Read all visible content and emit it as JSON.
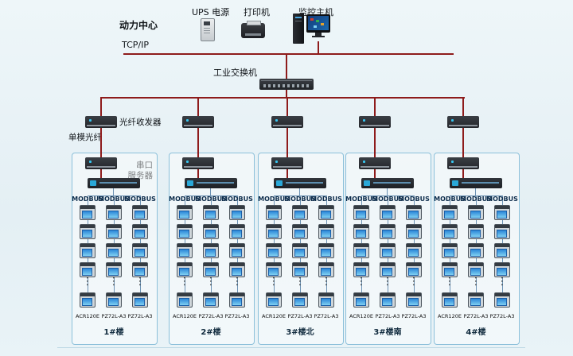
{
  "header": {
    "power_center": "动力中心",
    "ups_label": "UPS 电源",
    "printer_label": "打印机",
    "host_label": "监控主机",
    "tcpip_label": "TCP/IP",
    "switch_label": "工业交换机",
    "transceiver_label": "光纤收发器",
    "fiber_label": "单模光纤",
    "serial_line1": "串口",
    "serial_line2": "服务器"
  },
  "misc": {
    "ellipsis": "⋮"
  },
  "colors": {
    "topology_line": "#8e1b1b",
    "bus_line": "#6b91b3",
    "box_border": "#8cc0da"
  },
  "groups": [
    {
      "building": "1#楼",
      "columns": [
        {
          "protocol": "MODBUS",
          "model": "ACR120E"
        },
        {
          "protocol": "MODBUS",
          "model": "PZ72L-A3"
        },
        {
          "protocol": "MODBUS",
          "model": "PZ72L-A3"
        }
      ]
    },
    {
      "building": "2#楼",
      "columns": [
        {
          "protocol": "MODBUS",
          "model": "ACR120E"
        },
        {
          "protocol": "MODBUS",
          "model": "PZ72L-A3"
        },
        {
          "protocol": "MODBUS",
          "model": "PZ72L-A3"
        }
      ]
    },
    {
      "building": "3#楼北",
      "columns": [
        {
          "protocol": "MODBUS",
          "model": "ACR120E"
        },
        {
          "protocol": "MODBUS",
          "model": "PZ72L-A3"
        },
        {
          "protocol": "MODBUS",
          "model": "PZ72L-A3"
        }
      ]
    },
    {
      "building": "3#楼南",
      "columns": [
        {
          "protocol": "MODBUS",
          "model": "ACR120E"
        },
        {
          "protocol": "MODBUS",
          "model": "PZ72L-A3"
        },
        {
          "protocol": "MODBUS",
          "model": "PZ72L-A3"
        }
      ]
    },
    {
      "building": "4#楼",
      "columns": [
        {
          "protocol": "MODBUS",
          "model": "ACR120E"
        },
        {
          "protocol": "MODBUS",
          "model": "PZ72L-A3"
        },
        {
          "protocol": "MODBUS",
          "model": "PZ72L-A3"
        }
      ]
    }
  ]
}
